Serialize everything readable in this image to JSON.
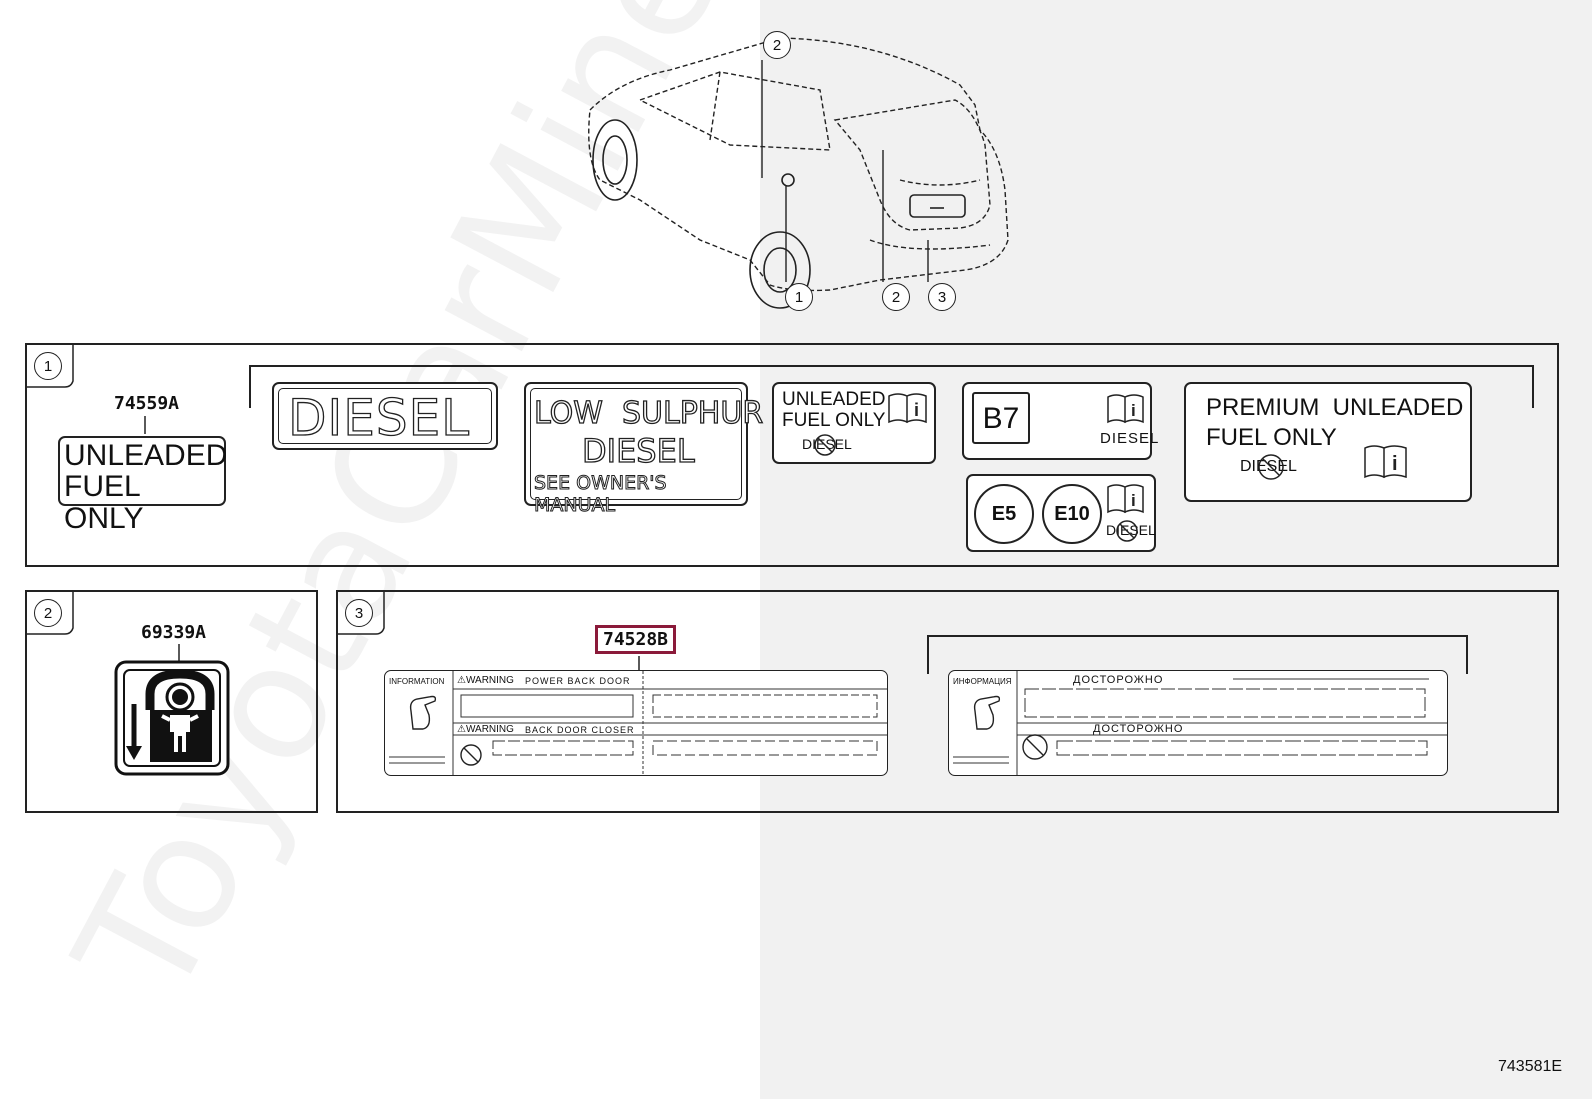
{
  "car": {
    "callouts": [
      "2",
      "1",
      "2",
      "3"
    ]
  },
  "panel1": {
    "callout": "1",
    "part_number": "74559A",
    "unleaded_line1": "UNLEADED",
    "unleaded_line2": "FUEL ONLY",
    "diesel": "DIESEL",
    "low_sulphur_line1": "LOW  SULPHUR",
    "low_sulphur_line2": "DIESEL",
    "low_sulphur_line3": "SEE OWNER'S MANUAL",
    "small_unleaded_line1": "UNLEADED",
    "small_unleaded_line2": "FUEL ONLY",
    "small_diesel": "DIESEL",
    "b7": "B7",
    "b7_diesel": "DIESEL",
    "e5": "E5",
    "e10": "E10",
    "e_diesel": "DIESEL",
    "premium_line1": "PREMIUM  UNLEADED",
    "premium_line2": "FUEL ONLY",
    "premium_diesel": "DIESEL"
  },
  "panel2": {
    "callout": "2",
    "part_number": "69339A"
  },
  "panel3": {
    "callout": "3",
    "part_number": "74528B",
    "en_label": {
      "information": "INFORMATION",
      "warning1": "⚠WARNING",
      "power_back_door": "POWER BACK DOOR",
      "warning2": "⚠WARNING",
      "back_door_closer": "BACK DOOR CLOSER"
    },
    "ru_label": {
      "information": "ИНФОРМАЦИЯ",
      "caution1": "ДОСТОРОЖНО",
      "caution2": "ДОСТОРОЖНО"
    }
  },
  "diagram_code": "743581E",
  "watermark": "ToyotaCarMine.ru",
  "colors": {
    "highlight": "#8b1a3a",
    "line": "#222222",
    "right_shade": "#f1f1f1"
  }
}
